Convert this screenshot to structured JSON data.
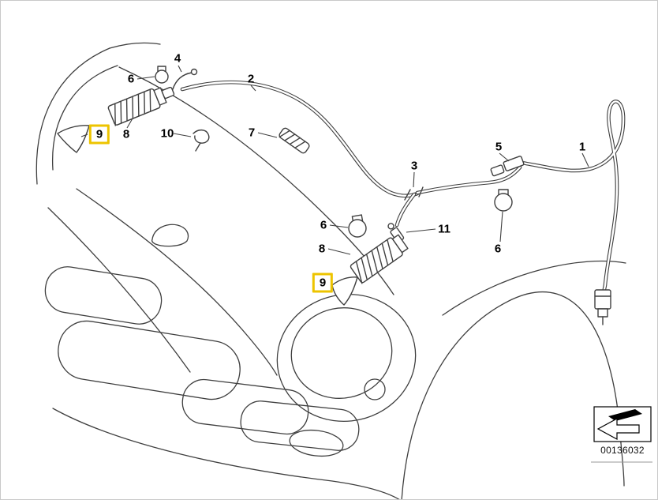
{
  "diagram": {
    "part_number": "00136032",
    "colors": {
      "line": "#3f3f3f",
      "highlight": "#edc400",
      "background": "#ffffff"
    },
    "legend": {
      "icon": "direction-arrow-icon"
    },
    "callouts": [
      {
        "text": "4",
        "highlighted": false
      },
      {
        "text": "6",
        "highlighted": false
      },
      {
        "text": "2",
        "highlighted": false
      },
      {
        "text": "9",
        "highlighted": true
      },
      {
        "text": "8",
        "highlighted": false
      },
      {
        "text": "10",
        "highlighted": false
      },
      {
        "text": "7",
        "highlighted": false
      },
      {
        "text": "5",
        "highlighted": false
      },
      {
        "text": "1",
        "highlighted": false
      },
      {
        "text": "3",
        "highlighted": false
      },
      {
        "text": "6",
        "highlighted": false
      },
      {
        "text": "11",
        "highlighted": false
      },
      {
        "text": "8",
        "highlighted": false
      },
      {
        "text": "6",
        "highlighted": false
      },
      {
        "text": "9",
        "highlighted": true
      }
    ]
  }
}
